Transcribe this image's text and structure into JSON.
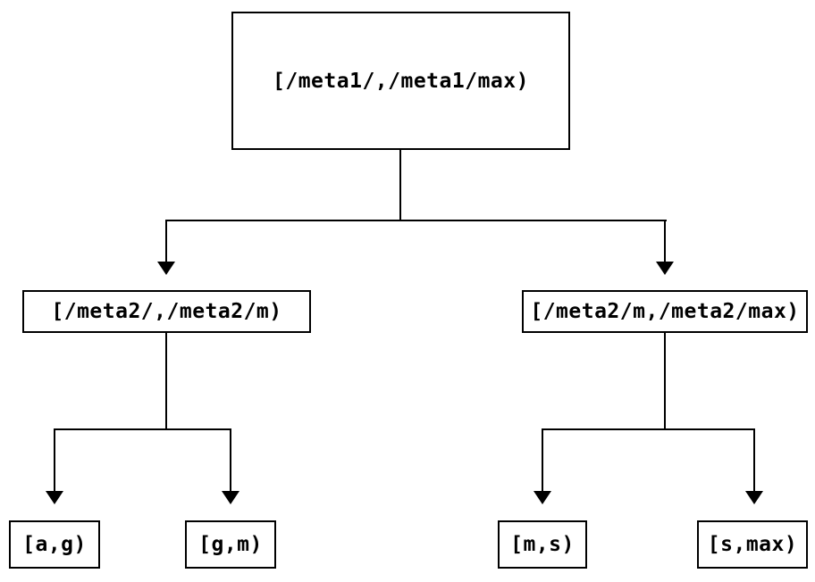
{
  "diagram": {
    "type": "tree",
    "nodes": {
      "root": {
        "label": "[/meta1/,/meta1/max)"
      },
      "meta2_lower": {
        "label": "[/meta2/,/meta2/m)"
      },
      "meta2_upper": {
        "label": "[/meta2/m,/meta2/max)"
      },
      "leaf_a_g": {
        "label": "[a,g)"
      },
      "leaf_g_m": {
        "label": "[g,m)"
      },
      "leaf_m_s": {
        "label": "[m,s)"
      },
      "leaf_s_max": {
        "label": "[s,max)"
      }
    },
    "edges": [
      {
        "from": "root",
        "to": "meta2_lower"
      },
      {
        "from": "root",
        "to": "meta2_upper"
      },
      {
        "from": "meta2_lower",
        "to": "leaf_a_g"
      },
      {
        "from": "meta2_lower",
        "to": "leaf_g_m"
      },
      {
        "from": "meta2_upper",
        "to": "leaf_m_s"
      },
      {
        "from": "meta2_upper",
        "to": "leaf_s_max"
      }
    ],
    "colors": {
      "background": "#ffffff",
      "line": "#000000",
      "box_border": "#000000",
      "text": "#000000"
    }
  }
}
